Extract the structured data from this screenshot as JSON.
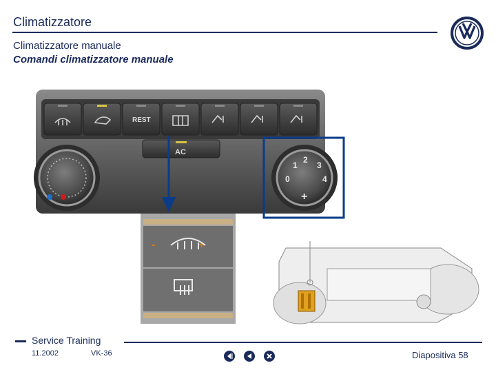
{
  "header": {
    "title": "Climatizzatore",
    "subtitle_1": "Climatizzatore manuale",
    "subtitle_2": "Comandi climatizzatore manuale"
  },
  "panel": {
    "rest_label": "REST",
    "ac_label": "AC",
    "fan_numbers": [
      "1",
      "2",
      "3",
      "0",
      "4"
    ],
    "fan_plus": "+",
    "blower_minus": "-",
    "blower_plus": "+"
  },
  "footer": {
    "brand": "Service Training",
    "date": "11.2002",
    "code": "VK-36",
    "slide": "Diapositiva 58"
  },
  "icons": {
    "logo": "vw-logo-icon",
    "nav_first": "first-slide-icon",
    "nav_prev": "prev-slide-icon",
    "nav_close": "close-icon"
  },
  "colors": {
    "brand_blue": "#1a2a5a",
    "highlight_blue": "#0a3c8a",
    "indicator_yellow": "#d7c240",
    "orange_symbol": "#e07a18"
  }
}
